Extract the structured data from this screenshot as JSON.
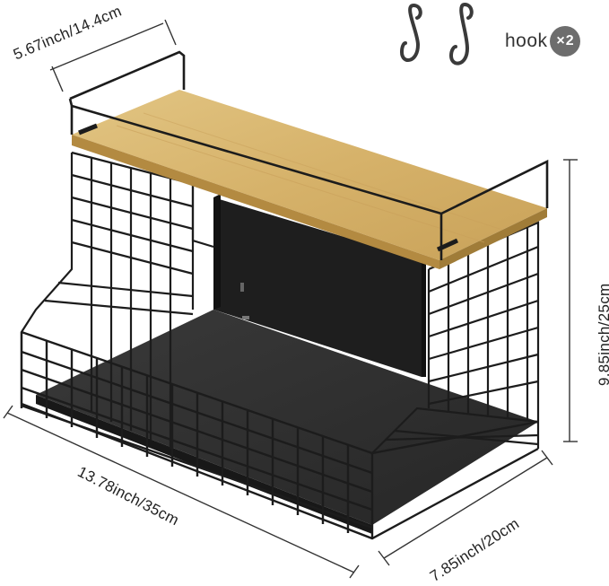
{
  "dimensions": {
    "top_depth": "5.67inch/14.4cm",
    "height": "9.85inch/25cm",
    "width": "13.78inch/35cm",
    "depth": "7.85inch/20cm"
  },
  "hooks": {
    "label": "hook",
    "multiplier_symbol": "×",
    "count": "2",
    "icon": "s-hook-icon"
  },
  "colors": {
    "wire": "#1c1c1c",
    "panel": "#1e1e1e",
    "shelf_top": "#d7b56c",
    "shelf_edge": "#b38a41",
    "badge": "#6d6d6d",
    "dimension_line": "#333333"
  },
  "product": {
    "icon": "wire-basket-organizer-icon"
  }
}
